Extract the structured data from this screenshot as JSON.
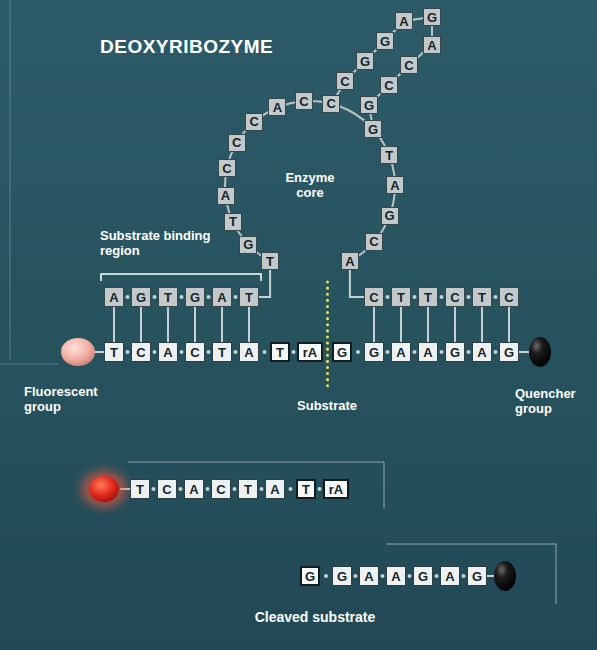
{
  "diagram": {
    "title": "DEOXYRIBOZYME",
    "nodes": [
      {
        "text": [
          "A"
        ]
      },
      {
        "text": [
          "G"
        ]
      },
      {
        "text": [
          "T"
        ]
      },
      {
        "text": [
          "G"
        ]
      },
      {
        "text": [
          "A"
        ]
      },
      {
        "text": [
          "T"
        ]
      },
      {
        "text": [
          "T"
        ]
      },
      {
        "text": [
          "G"
        ]
      },
      {
        "text": [
          "T"
        ]
      },
      {
        "text": [
          "A"
        ]
      },
      {
        "text": [
          "C"
        ]
      },
      {
        "text": [
          "C"
        ]
      },
      {
        "text": [
          "C"
        ]
      },
      {
        "text": [
          "A"
        ]
      },
      {
        "text": [
          "C"
        ]
      },
      {
        "text": [
          "C"
        ]
      },
      {
        "text": [
          "C"
        ]
      },
      {
        "text": [
          "G"
        ]
      },
      {
        "text": [
          "G"
        ]
      },
      {
        "text": [
          "A"
        ]
      },
      {
        "text": [
          "G"
        ]
      },
      {
        "text": [
          "A"
        ]
      },
      {
        "text": [
          "C"
        ]
      },
      {
        "text": [
          "C"
        ]
      },
      {
        "text": [
          "G"
        ]
      },
      {
        "text": [
          "G"
        ]
      },
      {
        "text": [
          "T"
        ]
      },
      {
        "text": [
          "A"
        ]
      },
      {
        "text": [
          "G"
        ]
      },
      {
        "text": [
          "C"
        ]
      },
      {
        "text": [
          "A"
        ]
      },
      {
        "text": [
          "C"
        ]
      },
      {
        "text": [
          "T"
        ]
      },
      {
        "text": [
          "T"
        ]
      },
      {
        "text": [
          "C"
        ]
      },
      {
        "text": [
          "T"
        ]
      },
      {
        "text": [
          "C"
        ]
      },
      {
        "text": [
          "T"
        ]
      },
      {
        "text": [
          "C"
        ]
      },
      {
        "text": [
          "A"
        ]
      },
      {
        "text": [
          "C"
        ]
      },
      {
        "text": [
          "T"
        ]
      },
      {
        "text": [
          "A"
        ]
      },
      {
        "text": [
          "T"
        ]
      },
      {
        "text": [
          "rA"
        ]
      },
      {
        "text": [
          "G"
        ]
      },
      {
        "text": [
          "G"
        ]
      },
      {
        "text": [
          "A"
        ]
      },
      {
        "text": [
          "A"
        ]
      },
      {
        "text": [
          "G"
        ]
      },
      {
        "text": [
          "A"
        ]
      },
      {
        "text": [
          "G"
        ]
      },
      {
        "text": [
          "T"
        ]
      },
      {
        "text": [
          "C"
        ]
      },
      {
        "text": [
          "A"
        ]
      },
      {
        "text": [
          "C"
        ]
      },
      {
        "text": [
          "T"
        ]
      },
      {
        "text": [
          "A"
        ]
      },
      {
        "text": [
          "T"
        ]
      },
      {
        "text": [
          "rA"
        ]
      },
      {
        "text": [
          "G"
        ]
      },
      {
        "text": [
          "G"
        ]
      },
      {
        "text": [
          "A"
        ]
      },
      {
        "text": [
          "A"
        ]
      },
      {
        "text": [
          "G"
        ]
      },
      {
        "text": [
          "A"
        ]
      },
      {
        "text": [
          "G"
        ]
      }
    ],
    "edges": [
      {
        "from": 5,
        "to": 6,
        "arrow": "none"
      },
      {
        "from": 30,
        "to": 31,
        "arrow": "none"
      },
      {
        "from": 0,
        "to": 37,
        "arrow": "none"
      },
      {
        "from": 1,
        "to": 38,
        "arrow": "none"
      },
      {
        "from": 2,
        "to": 39,
        "arrow": "none"
      },
      {
        "from": 3,
        "to": 40,
        "arrow": "none"
      },
      {
        "from": 4,
        "to": 41,
        "arrow": "none"
      },
      {
        "from": 5,
        "to": 42,
        "arrow": "none"
      },
      {
        "from": 31,
        "to": 46,
        "arrow": "none"
      },
      {
        "from": 32,
        "to": 47,
        "arrow": "none"
      },
      {
        "from": 33,
        "to": 48,
        "arrow": "none"
      },
      {
        "from": 34,
        "to": 49,
        "arrow": "none"
      },
      {
        "from": 35,
        "to": 50,
        "arrow": "none"
      },
      {
        "from": 36,
        "to": 51,
        "arrow": "none"
      }
    ],
    "labels": [
      "Enzyme core",
      "Substrate binding region",
      "Fluorescent group",
      "Substrate",
      "Quencher group",
      "Cleaved substrate"
    ]
  }
}
